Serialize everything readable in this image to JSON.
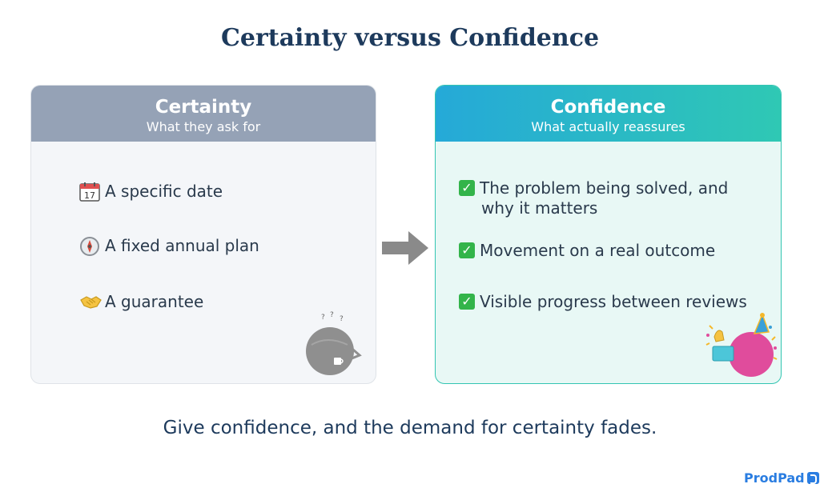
{
  "title": "Certainty versus Confidence",
  "left_card": {
    "title": "Certainty",
    "subtitle": "What they ask for",
    "items": [
      {
        "icon": "calendar-icon",
        "text": "A specific date"
      },
      {
        "icon": "compass-icon",
        "text": "A fixed annual plan"
      },
      {
        "icon": "handshake-icon",
        "text": "A guarantee"
      }
    ],
    "illustration_marks": [
      "?",
      "?",
      "?"
    ]
  },
  "right_card": {
    "title": "Confidence",
    "subtitle": "What actually reassures",
    "items": [
      {
        "icon": "check-icon",
        "line1": "The problem being solved, and",
        "line2": "why it matters"
      },
      {
        "icon": "check-icon",
        "line1": "Movement on a real outcome"
      },
      {
        "icon": "check-icon",
        "line1": "Visible progress between reviews"
      }
    ]
  },
  "calendar_day": "17",
  "footer": "Give confidence, and the demand for certainty fades.",
  "brand": "ProdPad",
  "colors": {
    "left_header": "#95a2b6",
    "right_header_start": "#25a9d8",
    "right_header_end": "#2fc8b4",
    "check": "#33b44a",
    "title": "#1d3a5c",
    "brand": "#2a7de1"
  }
}
